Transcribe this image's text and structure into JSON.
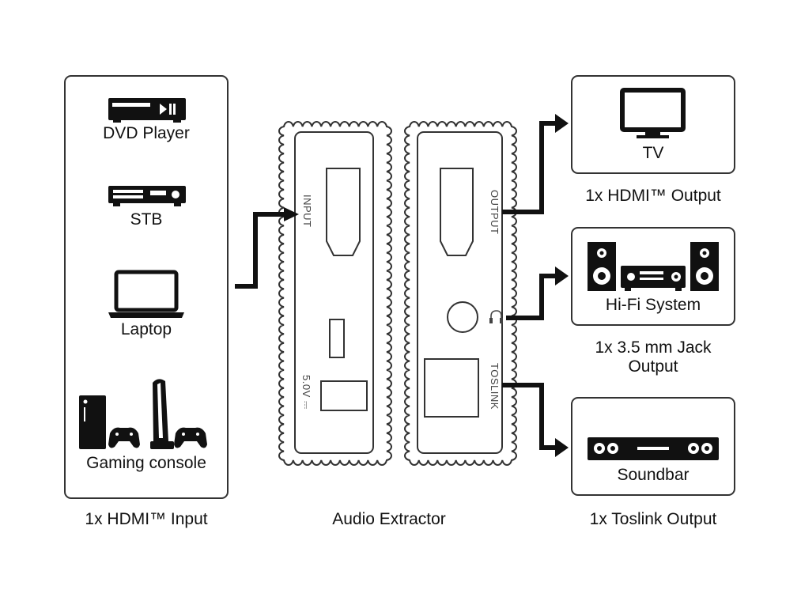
{
  "input_box": {
    "devices": [
      {
        "label": "DVD Player",
        "icon": "dvd-player-icon"
      },
      {
        "label": "STB",
        "icon": "set-top-box-icon"
      },
      {
        "label": "Laptop",
        "icon": "laptop-icon"
      },
      {
        "label": "Gaming console",
        "icon": "gaming-console-icon"
      }
    ],
    "caption": "1x HDMI™ Input"
  },
  "extractor": {
    "caption": "Audio Extractor",
    "left_panel": {
      "input_label": "INPUT",
      "power_label": "5.0V ⎓"
    },
    "right_panel": {
      "output_label": "OUTPUT",
      "toslink_label": "TOSLINK",
      "headphone_icon": "headphone-icon"
    }
  },
  "outputs": [
    {
      "device": "TV",
      "icon": "tv-icon",
      "caption_lines": [
        "1x HDMI™ Output"
      ]
    },
    {
      "device": "Hi-Fi System",
      "icon": "hifi-system-icon",
      "caption_lines": [
        "1x 3.5 mm Jack",
        "Output"
      ]
    },
    {
      "device": "Soundbar",
      "icon": "soundbar-icon",
      "caption_lines": [
        "1x Toslink Output"
      ]
    }
  ],
  "colors": {
    "line": "#111111",
    "outline": "#333333",
    "background": "#ffffff"
  }
}
